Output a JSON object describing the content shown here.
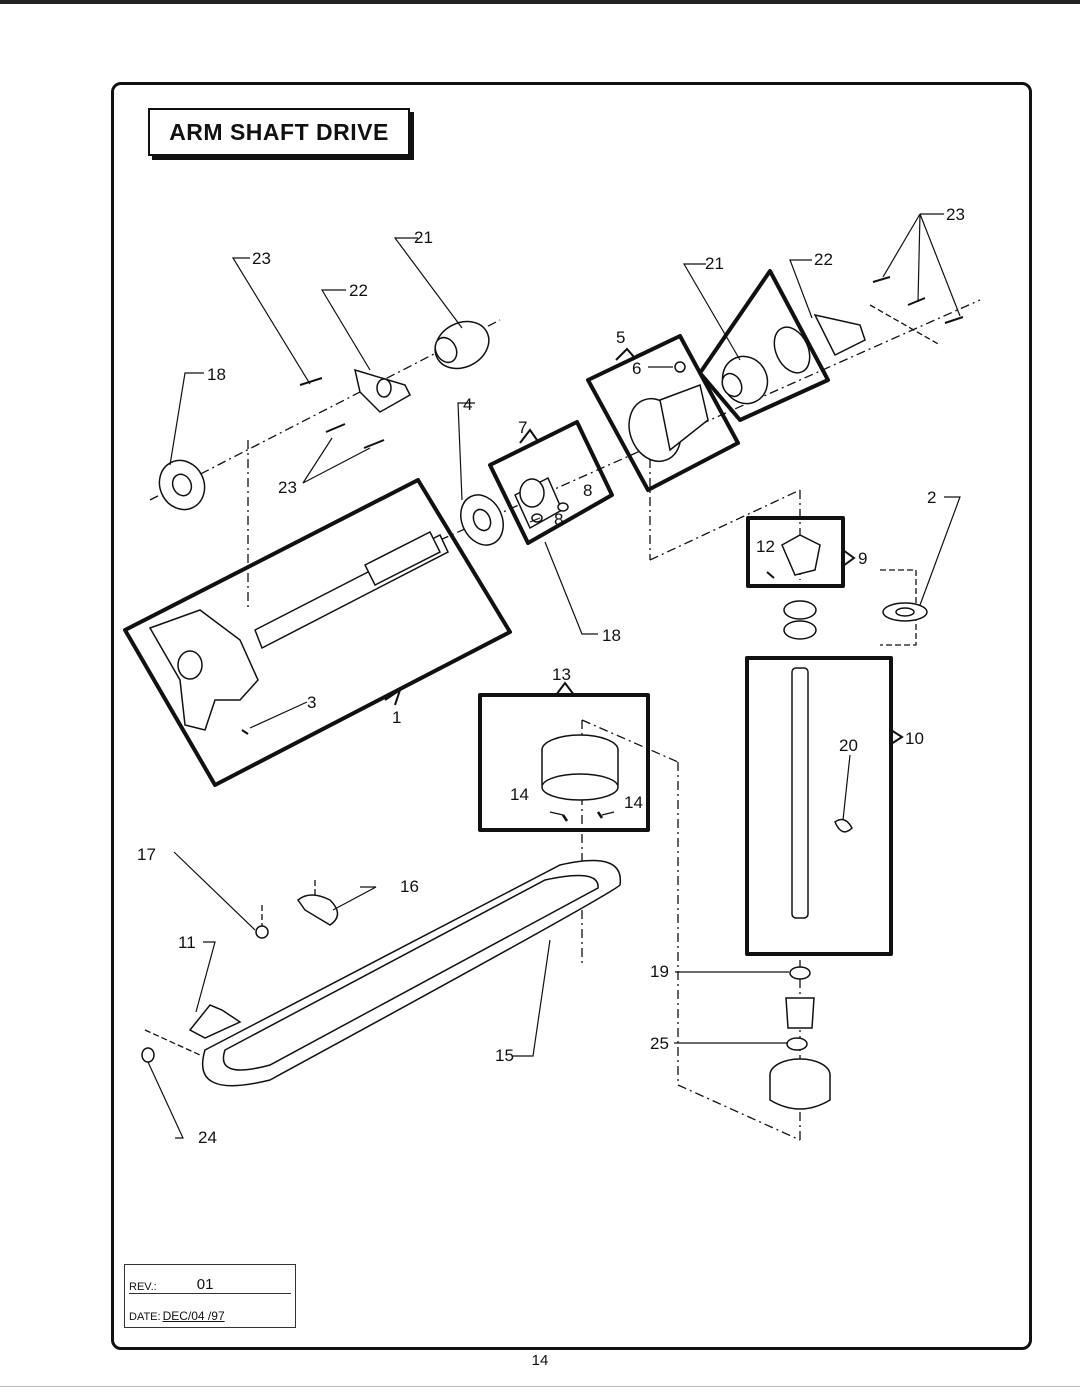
{
  "title": "ARM SHAFT DRIVE",
  "callouts": {
    "c1": "1",
    "c2": "2",
    "c3": "3",
    "c4": "4",
    "c5": "5",
    "c6": "6",
    "c7": "7",
    "c8a": "8",
    "c8b": "8",
    "c9": "9",
    "c10": "10",
    "c11": "11",
    "c12": "12",
    "c13": "13",
    "c14a": "14",
    "c14b": "14",
    "c15": "15",
    "c16": "16",
    "c17": "17",
    "c18a": "18",
    "c18b": "18",
    "c19": "19",
    "c20": "20",
    "c21a": "21",
    "c21b": "21",
    "c22a": "22",
    "c22b": "22",
    "c23a": "23",
    "c23b": "23",
    "c23c": "23",
    "c24": "24",
    "c25": "25"
  },
  "revision": {
    "rev_label": "REV.:",
    "rev_value": "01",
    "date_label": "DATE:",
    "date_value": "DEC/04 /97"
  },
  "page_number": "14"
}
